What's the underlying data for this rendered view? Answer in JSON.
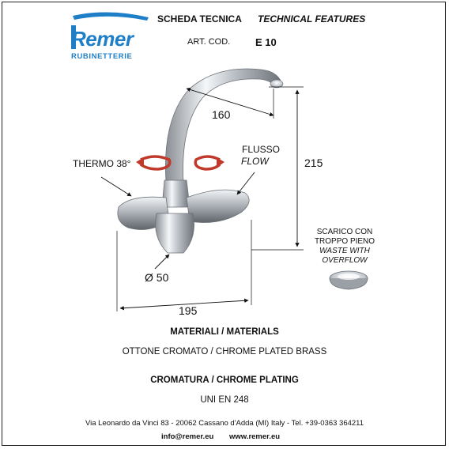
{
  "brand": {
    "name": "Remer",
    "subtitle": "RUBINETTERIE",
    "color": "#1e7fc8"
  },
  "header": {
    "title_it": "SCHEDA TECNICA",
    "title_en": "TECHNICAL FEATURES",
    "code_label": "ART. COD.",
    "code_value": "E 10"
  },
  "drawing": {
    "dim_spout": "160",
    "dim_height": "215",
    "dim_base_width": "195",
    "dim_diameter": "Ø 50",
    "thermo_label": "THERMO 38°",
    "flow_label_it": "FLUSSO",
    "flow_label_en": "FLOW",
    "waste_it_line1": "SCARICO CON",
    "waste_it_line2": "TROPPO PIENO",
    "waste_en_line1": "WASTE WITH",
    "waste_en_line2": "OVERFLOW",
    "arrow_color": "#c0392b"
  },
  "specs": {
    "materials_heading": "MATERIALI / MATERIALS",
    "materials_value": "OTTONE CROMATO / CHROME PLATED BRASS",
    "plating_heading": "CROMATURA / CHROME PLATING",
    "plating_value": "UNI EN 248"
  },
  "footer": {
    "address": "Via Leonardo da Vinci 83 - 20062 Cassano d'Adda (MI) Italy - Tel. +39-0363 364211",
    "email": "info@remer.eu",
    "website": "www.remer.eu"
  }
}
